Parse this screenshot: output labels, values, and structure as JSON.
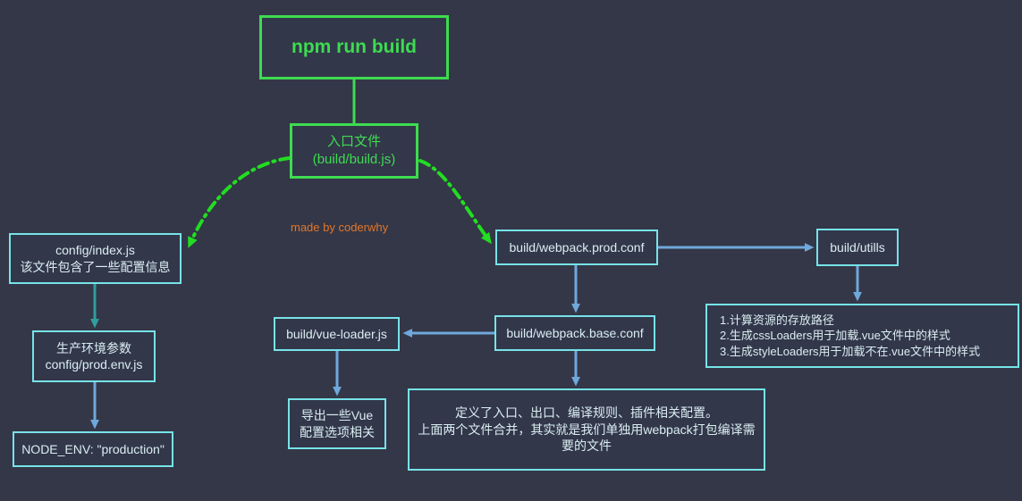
{
  "diagram": {
    "title": "npm run build flow",
    "watermark": "made by coderwhy",
    "colors": {
      "background": "#343747",
      "node_fill": "#33374a",
      "cyan_border": "#76e3e8",
      "cyan_text": "#d9eef2",
      "green": "#3ddc50",
      "blue_arrow": "#6fa8dc",
      "teal_arrow": "#2f9e9e",
      "watermark": "#e2762a"
    },
    "nodes": [
      {
        "id": "npm",
        "label": "npm run build",
        "style": "green"
      },
      {
        "id": "entry",
        "label": "入口文件\n(build/build.js)",
        "style": "green"
      },
      {
        "id": "configidx",
        "label": "config/index.js\n该文件包含了一些配置信息",
        "style": "cyan"
      },
      {
        "id": "prodenv",
        "label": "生产环境参数\nconfig/prod.env.js",
        "style": "cyan"
      },
      {
        "id": "nodeenv",
        "label": "NODE_ENV: \"production\"",
        "style": "cyan"
      },
      {
        "id": "prodconf",
        "label": "build/webpack.prod.conf",
        "style": "cyan"
      },
      {
        "id": "utills",
        "label": "build/utills",
        "style": "cyan"
      },
      {
        "id": "utilsdesc",
        "label": "1.计算资源的存放路径\n2.生成cssLoaders用于加载.vue文件中的样式\n3.生成styleLoaders用于加载不在.vue文件中的样式",
        "style": "cyan"
      },
      {
        "id": "baseconf",
        "label": "build/webpack.base.conf",
        "style": "cyan"
      },
      {
        "id": "vueloader",
        "label": "build/vue-loader.js",
        "style": "cyan"
      },
      {
        "id": "vuedesc",
        "label": "导出一些Vue\n配置选项相关",
        "style": "cyan"
      },
      {
        "id": "basedesc",
        "label": "定义了入口、出口、编译规则、插件相关配置。\n上面两个文件合并，其实就是我们单独用webpack打包编译需\n要的文件",
        "style": "cyan"
      }
    ],
    "edges": [
      {
        "from": "npm",
        "to": "entry",
        "style": "solid-green"
      },
      {
        "from": "entry",
        "to": "configidx",
        "style": "dashdot-green-curve"
      },
      {
        "from": "entry",
        "to": "prodconf",
        "style": "dashdot-green-curve"
      },
      {
        "from": "configidx",
        "to": "prodenv",
        "style": "solid-teal"
      },
      {
        "from": "prodenv",
        "to": "nodeenv",
        "style": "solid-blue"
      },
      {
        "from": "prodconf",
        "to": "utills",
        "style": "solid-blue"
      },
      {
        "from": "prodconf",
        "to": "baseconf",
        "style": "solid-blue"
      },
      {
        "from": "utills",
        "to": "utilsdesc",
        "style": "solid-blue"
      },
      {
        "from": "baseconf",
        "to": "vueloader",
        "style": "solid-blue"
      },
      {
        "from": "baseconf",
        "to": "basedesc",
        "style": "solid-blue"
      },
      {
        "from": "vueloader",
        "to": "vuedesc",
        "style": "solid-blue"
      }
    ]
  }
}
